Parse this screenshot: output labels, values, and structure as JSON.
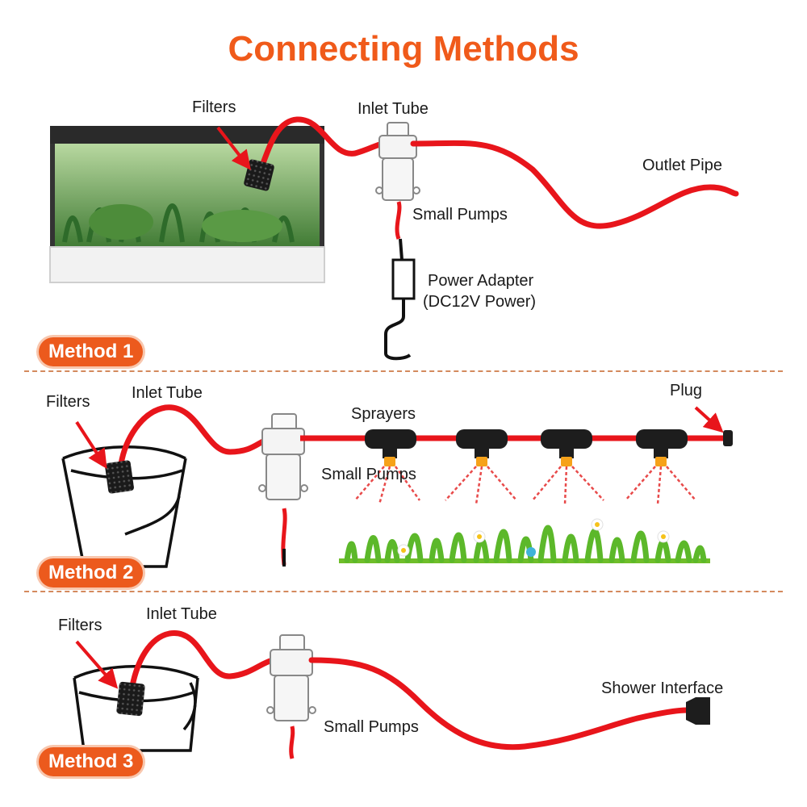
{
  "title": "Connecting Methods",
  "colors": {
    "accent": "#ec5a1d",
    "tube": "#e8151b",
    "title": "#f05a1a"
  },
  "methods": [
    {
      "badge": "Method 1",
      "labels": {
        "filters": "Filters",
        "inlet_tube": "Inlet Tube",
        "outlet_pipe": "Outlet Pipe",
        "small_pumps": "Small Pumps",
        "power_adapter": "Power Adapter",
        "power_spec": "(DC12V Power)"
      }
    },
    {
      "badge": "Method 2",
      "labels": {
        "filters": "Filters",
        "inlet_tube": "Inlet Tube",
        "sprayers": "Sprayers",
        "plug": "Plug",
        "small_pumps": "Small Pumps"
      }
    },
    {
      "badge": "Method 3",
      "labels": {
        "filters": "Filters",
        "inlet_tube": "Inlet Tube",
        "small_pumps": "Small Pumps",
        "shower_interface": "Shower Interface"
      }
    }
  ]
}
